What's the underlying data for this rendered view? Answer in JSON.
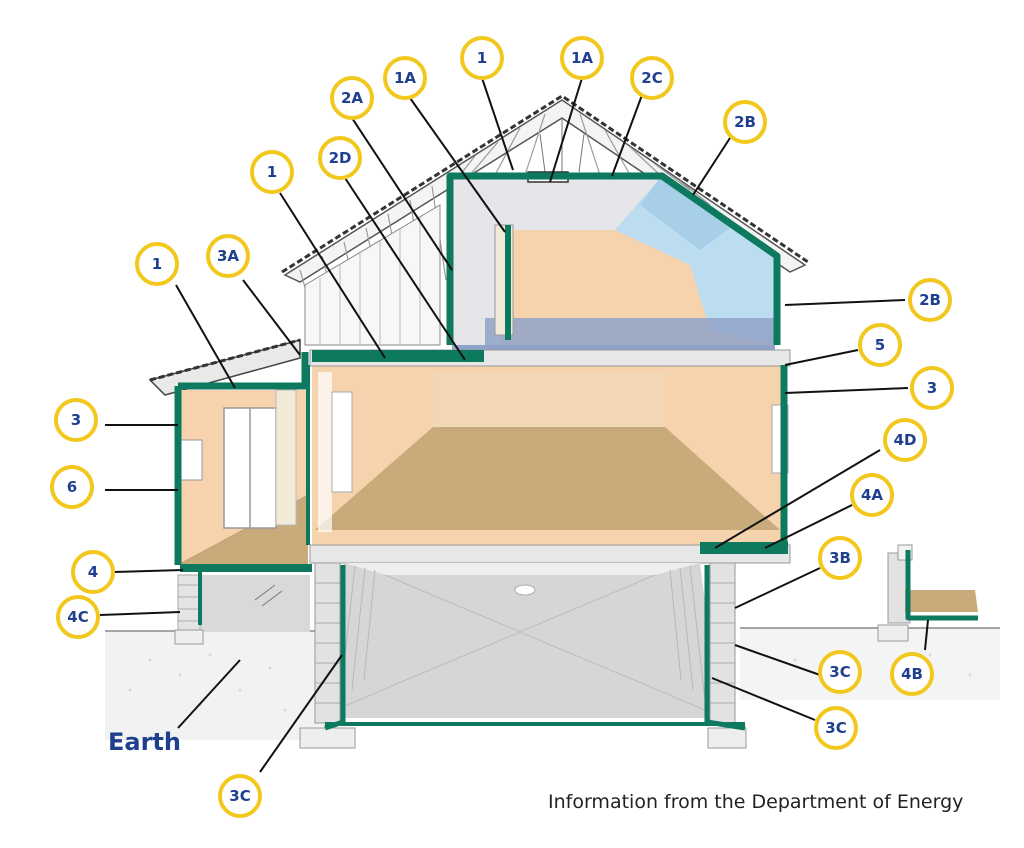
{
  "colors": {
    "insulation": "#0d7a5f",
    "callout_ring": "#f2c81f",
    "callout_text": "#1f3f8f",
    "wall": "#f6d3ad",
    "floor": "#c9aa7a",
    "attic_floor": "#8fa2c8",
    "vent_blue": "#bcdcf0",
    "ground": "#f1f1f1"
  },
  "callouts": [
    {
      "id": "c-1-top",
      "label": "1"
    },
    {
      "id": "c-1a-left",
      "label": "1A"
    },
    {
      "id": "c-1a-right",
      "label": "1A"
    },
    {
      "id": "c-2c",
      "label": "2C"
    },
    {
      "id": "c-2a",
      "label": "2A"
    },
    {
      "id": "c-2b-roof",
      "label": "2B"
    },
    {
      "id": "c-2d",
      "label": "2D"
    },
    {
      "id": "c-1-mid",
      "label": "1"
    },
    {
      "id": "c-1-left",
      "label": "1"
    },
    {
      "id": "c-3a",
      "label": "3A"
    },
    {
      "id": "c-2b-wall",
      "label": "2B"
    },
    {
      "id": "c-5",
      "label": "5"
    },
    {
      "id": "c-3-left",
      "label": "3"
    },
    {
      "id": "c-3-right",
      "label": "3"
    },
    {
      "id": "c-4d",
      "label": "4D"
    },
    {
      "id": "c-6",
      "label": "6"
    },
    {
      "id": "c-4a",
      "label": "4A"
    },
    {
      "id": "c-3b",
      "label": "3B"
    },
    {
      "id": "c-4",
      "label": "4"
    },
    {
      "id": "c-4c",
      "label": "4C"
    },
    {
      "id": "c-3c-right-upper",
      "label": "3C"
    },
    {
      "id": "c-4b",
      "label": "4B"
    },
    {
      "id": "c-3c-right-lower",
      "label": "3C"
    },
    {
      "id": "c-3c-bottom",
      "label": "3C"
    }
  ],
  "earth_label": "Earth",
  "credit": "Information from the Department of Energy"
}
